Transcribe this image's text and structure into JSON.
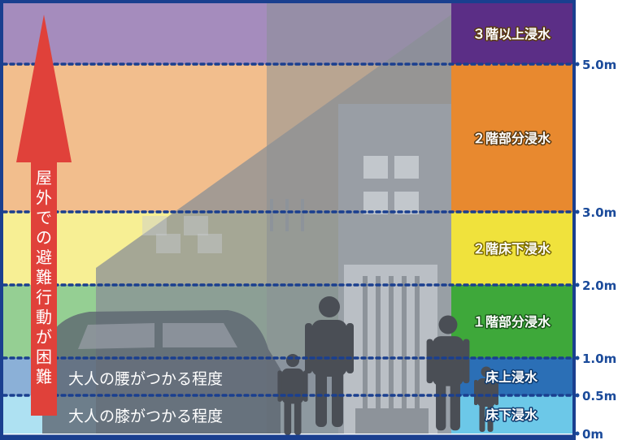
{
  "levels": [
    {
      "id": "floor3",
      "label": "３階以上浸水",
      "color": "#5b2e86",
      "from": 5.8,
      "to": 5.0
    },
    {
      "id": "floor2part",
      "label": "２階部分浸水",
      "color": "#e8892f",
      "from": 5.0,
      "to": 3.0
    },
    {
      "id": "floor2under",
      "label": "２階床下浸水",
      "color": "#f0e23c",
      "from": 3.0,
      "to": 2.0
    },
    {
      "id": "floor1part",
      "label": "１階部分浸水",
      "color": "#3ea83a",
      "from": 2.0,
      "to": 1.0
    },
    {
      "id": "above_floor",
      "label": "床上浸水",
      "color": "#2b6fb6",
      "from": 1.0,
      "to": 0.5
    },
    {
      "id": "below_floor",
      "label": "床下浸水",
      "color": "#6cc8e8",
      "from": 0.5,
      "to": 0.0
    }
  ],
  "depth_marks": [
    {
      "value": 5.0,
      "label": "5.0m"
    },
    {
      "value": 3.0,
      "label": "3.0m"
    },
    {
      "value": 2.0,
      "label": "2.0m"
    },
    {
      "value": 1.0,
      "label": "1.0m"
    },
    {
      "value": 0.5,
      "label": "0.5m"
    },
    {
      "value": 0.0,
      "label": "0m"
    }
  ],
  "annotations": {
    "waist": "大人の腰がつかる程度",
    "knee": "大人の膝がつかる程度",
    "arrow": "屋外での避難行動が困難"
  },
  "colors": {
    "frame": "#1a3f8f",
    "depth_text": "#1a4a9a",
    "dotted_line": "#1a3f8f",
    "arrow": "#e0413a",
    "building": "#8a8f96",
    "figures": "#4a4e55"
  }
}
